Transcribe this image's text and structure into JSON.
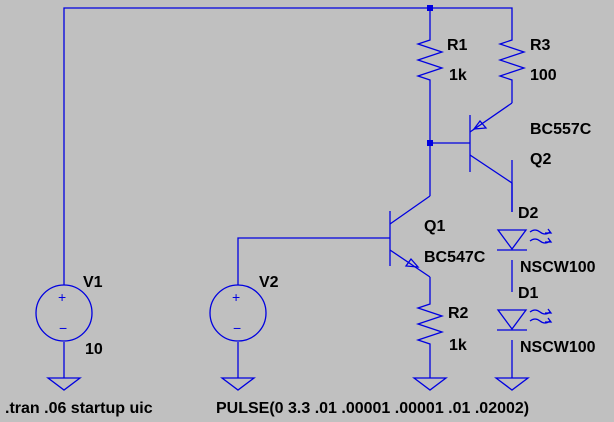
{
  "schematic": {
    "components": {
      "R1": {
        "ref": "R1",
        "value": "1k"
      },
      "R2": {
        "ref": "R2",
        "value": "1k"
      },
      "R3": {
        "ref": "R3",
        "value": "100"
      },
      "Q1": {
        "ref": "Q1",
        "model": "BC547C"
      },
      "Q2": {
        "ref": "Q2",
        "model": "BC557C"
      },
      "D1": {
        "ref": "D1",
        "model": "NSCW100"
      },
      "D2": {
        "ref": "D2",
        "model": "NSCW100"
      },
      "V1": {
        "ref": "V1",
        "value": "10"
      },
      "V2": {
        "ref": "V2",
        "value": "PULSE(0 3.3 .01 .00001 .00001 .01 .02002)"
      }
    },
    "directive": ".tran .06 startup uic",
    "colors": {
      "background": "#c0c0c0",
      "wire": "#0000e0",
      "text": "#000000"
    }
  }
}
